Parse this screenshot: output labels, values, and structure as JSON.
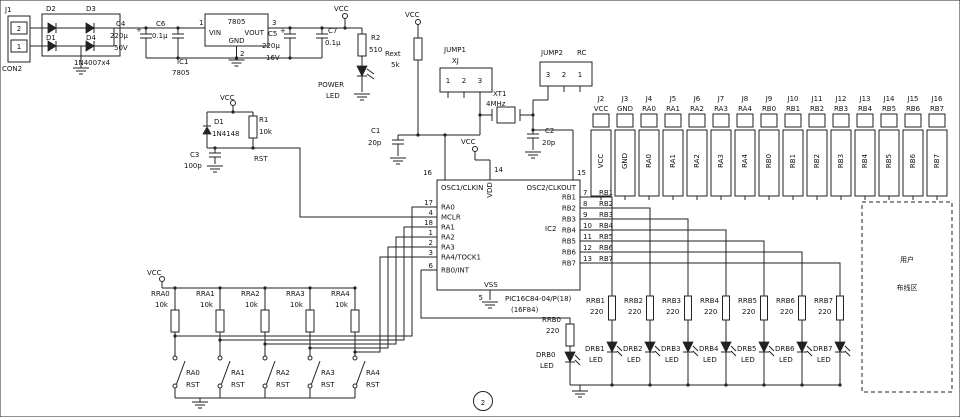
{
  "meta": {
    "page_number": "2"
  },
  "power": {
    "j1_label": "J1",
    "con2": "CON2",
    "j1_pin_top": "2",
    "j1_pin_bottom": "1",
    "d2": "D2",
    "d3": "D3",
    "d1": "D1",
    "d4": "D4",
    "bridge_part": "1N4007x4",
    "plus": "+",
    "c4": "C4",
    "c4_value": "220µ",
    "c4_voltage": "50V",
    "c6": "C6",
    "c6_value": "0.1µ",
    "reg_title": "7805",
    "reg_vin": "VIN",
    "reg_vout": "VOUT",
    "reg_gnd": "GND",
    "reg_pin_in": "1",
    "reg_pin_out": "3",
    "reg_pin_gnd": "2",
    "ic1_ref": "IC1",
    "ic1_part": "7805",
    "c5": "C5",
    "c5_value": "220µ",
    "c5_voltage": "16V",
    "c7": "C7",
    "c7_value": "0.1µ",
    "vcc": "VCC",
    "r2": "R2",
    "r2_value": "510",
    "power_label": "POWER",
    "led_label": "LED"
  },
  "reset": {
    "vcc": "VCC",
    "d1_ref": "D1",
    "d1_part": "1N4148",
    "r1_ref": "R1",
    "r1_value": "10k",
    "c3_ref": "C3",
    "c3_value": "100p",
    "rst": "RST"
  },
  "osc": {
    "vcc_left": "VCC",
    "rext_ref": "Rext",
    "rext_value": "5k",
    "jump1_ref": "JUMP1",
    "jump1_name": "XJ",
    "jump1_pins": [
      "1",
      "2",
      "3"
    ],
    "jump2_ref": "JUMP2",
    "jump2_name": "RC",
    "jump2_pins": [
      "3",
      "2",
      "1"
    ],
    "xt1_ref": "XT1",
    "xt1_value": "4MHz",
    "c1_ref": "C1",
    "c1_value": "20p",
    "c2_ref": "C2",
    "c2_value": "20p",
    "vcc_mid": "VCC"
  },
  "mcu": {
    "ref": "IC2",
    "part": "PIC16C84-04/P(18)",
    "part_alt": "(16F84)",
    "top_left_pin": {
      "num": "16",
      "name": "OSC1/CLKIN"
    },
    "top_mid_pin": {
      "num": "14",
      "name": "VDD"
    },
    "top_right_pin": {
      "num": "15",
      "name": "OSC2/CLKOUT"
    },
    "bottom_pin": {
      "num": "5",
      "name": "VSS"
    },
    "left_pins": [
      {
        "num": "17",
        "name": "RA0"
      },
      {
        "num": "4",
        "name": "MCLR"
      },
      {
        "num": "18",
        "name": "RA1"
      },
      {
        "num": "1",
        "name": "RA2"
      },
      {
        "num": "2",
        "name": "RA3"
      },
      {
        "num": "3",
        "name": "RA4/TOCK1"
      },
      {
        "num": "6",
        "name": "RB0/INT"
      }
    ],
    "right_pins": [
      {
        "num": "7",
        "name": "RB1",
        "net": "RB1"
      },
      {
        "num": "8",
        "name": "RB2",
        "net": "RB2"
      },
      {
        "num": "9",
        "name": "RB3",
        "net": "RB3"
      },
      {
        "num": "10",
        "name": "RB4",
        "net": "RB4"
      },
      {
        "num": "11",
        "name": "RB5",
        "net": "RB5"
      },
      {
        "num": "12",
        "name": "RB6",
        "net": "RB6"
      },
      {
        "num": "13",
        "name": "RB7",
        "net": "RB7"
      }
    ]
  },
  "headers": {
    "items": [
      {
        "ref": "J2",
        "net": "VCC"
      },
      {
        "ref": "J3",
        "net": "GND"
      },
      {
        "ref": "J4",
        "net": "RA0"
      },
      {
        "ref": "J5",
        "net": "RA1"
      },
      {
        "ref": "J6",
        "net": "RA2"
      },
      {
        "ref": "J7",
        "net": "RA3"
      },
      {
        "ref": "J8",
        "net": "RA4"
      },
      {
        "ref": "J9",
        "net": "RB0"
      },
      {
        "ref": "J10",
        "net": "RB1"
      },
      {
        "ref": "J11",
        "net": "RB2"
      },
      {
        "ref": "J12",
        "net": "RB3"
      },
      {
        "ref": "J13",
        "net": "RB4"
      },
      {
        "ref": "J14",
        "net": "RB5"
      },
      {
        "ref": "J15",
        "net": "RB6"
      },
      {
        "ref": "J16",
        "net": "RB7"
      }
    ]
  },
  "ra_inputs": {
    "vcc": "VCC",
    "pullups": [
      {
        "ref": "RRA0",
        "value": "10k"
      },
      {
        "ref": "RRA1",
        "value": "10k"
      },
      {
        "ref": "RRA2",
        "value": "10k"
      },
      {
        "ref": "RRA3",
        "value": "10k"
      },
      {
        "ref": "RRA4",
        "value": "10k"
      }
    ],
    "switches": [
      {
        "ref": "RA0",
        "label": "RST"
      },
      {
        "ref": "RA1",
        "label": "RST"
      },
      {
        "ref": "RA2",
        "label": "RST"
      },
      {
        "ref": "RA3",
        "label": "RST"
      },
      {
        "ref": "RA4",
        "label": "RST"
      }
    ]
  },
  "rb_outputs": {
    "rrb0": {
      "ref": "RRB0",
      "value": "220"
    },
    "drb0": {
      "ref": "DRB0",
      "label": "LED"
    },
    "resistors": [
      {
        "ref": "RRB1",
        "value": "220"
      },
      {
        "ref": "RRB2",
        "value": "220"
      },
      {
        "ref": "RRB3",
        "value": "220"
      },
      {
        "ref": "RRB4",
        "value": "220"
      },
      {
        "ref": "RRB5",
        "value": "220"
      },
      {
        "ref": "RRB6",
        "value": "220"
      },
      {
        "ref": "RRB7",
        "value": "220"
      }
    ],
    "leds": [
      {
        "ref": "DRB1",
        "label": "LED"
      },
      {
        "ref": "DRB2",
        "label": "LED"
      },
      {
        "ref": "DRB3",
        "label": "LED"
      },
      {
        "ref": "DRB4",
        "label": "LED"
      },
      {
        "ref": "DRB5",
        "label": "LED"
      },
      {
        "ref": "DRB6",
        "label": "LED"
      },
      {
        "ref": "DRB7",
        "label": "LED"
      }
    ]
  },
  "user_area": {
    "line1": "用户",
    "line2": "布线区"
  }
}
